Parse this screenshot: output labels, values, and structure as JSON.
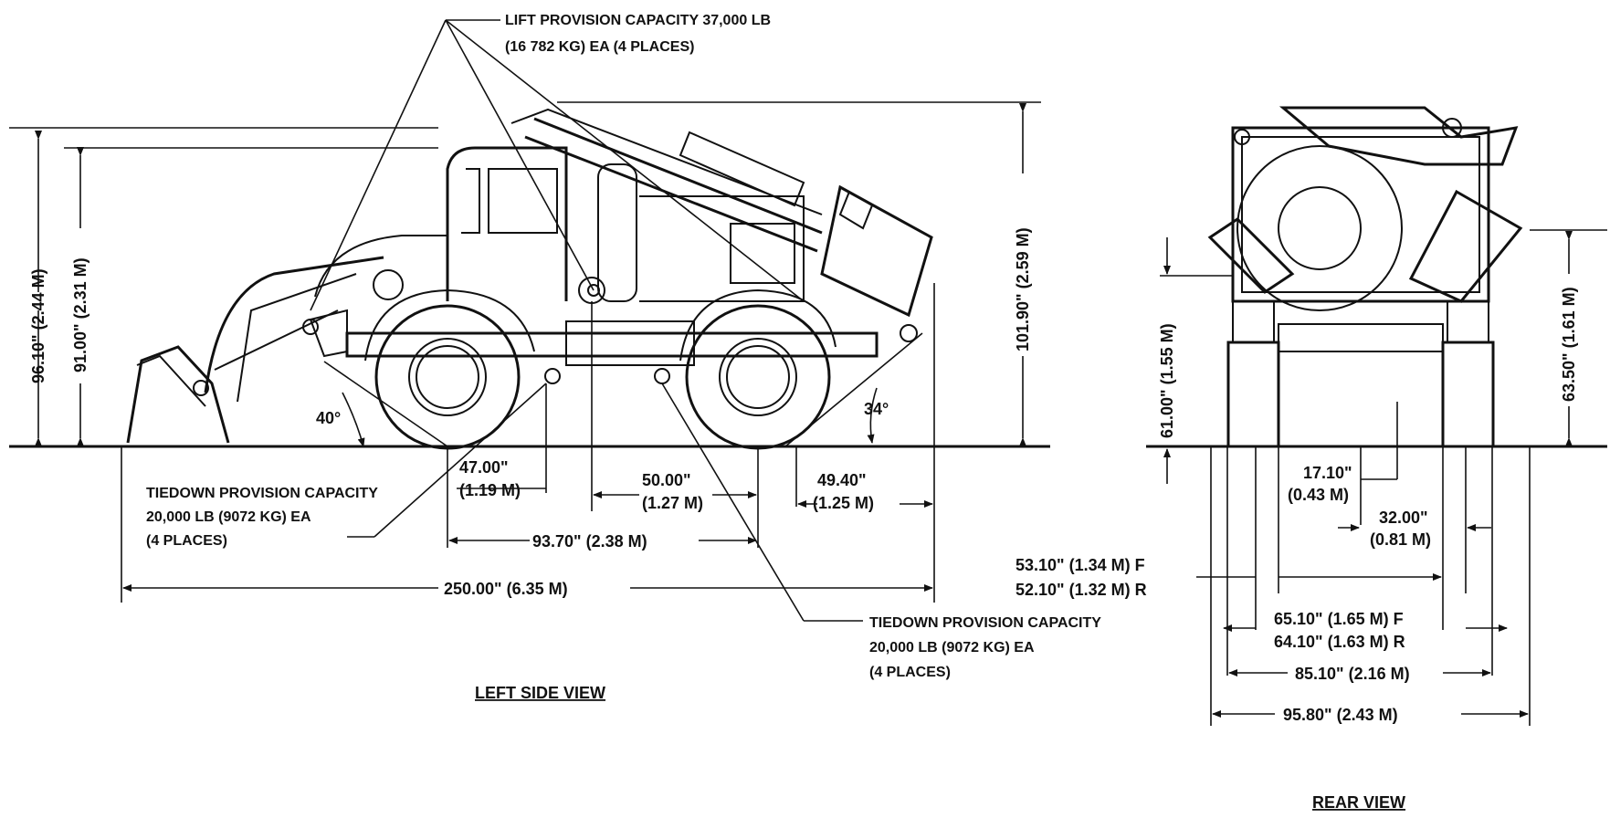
{
  "notes": {
    "lift_line1": "LIFT PROVISION CAPACITY 37,000 LB",
    "lift_line2": "(16 782 KG) EA (4 PLACES)",
    "tiedown_left_1": "TIEDOWN PROVISION CAPACITY",
    "tiedown_left_2": "20,000 LB (9072 KG) EA",
    "tiedown_left_3": "(4 PLACES)",
    "tiedown_right_1": "TIEDOWN PROVISION CAPACITY",
    "tiedown_right_2": "20,000 LB (9072 KG) EA",
    "tiedown_right_3": "(4 PLACES)"
  },
  "side_view": {
    "title": "LEFT SIDE VIEW",
    "dims": {
      "h_96": "96.10\" (2.44 M)",
      "h_91": "91.00\" (2.31 M)",
      "h_101": "101.90\" (2.59 M)",
      "angle_front": "40°",
      "angle_rear": "34°",
      "d47_a": "47.00\"",
      "d47_b": "(1.19 M)",
      "d50_a": "50.00\"",
      "d50_b": "(1.27 M)",
      "d49_a": "49.40\"",
      "d49_b": "(1.25 M)",
      "d93": "93.70\" (2.38 M)",
      "d250": "250.00\" (6.35 M)"
    }
  },
  "rear_view": {
    "title": "REAR VIEW",
    "dims": {
      "h_61": "61.00\" (1.55 M)",
      "h_63": "63.50\" (1.61 M)",
      "d17_a": "17.10\"",
      "d17_b": "(0.43 M)",
      "d32_a": "32.00\"",
      "d32_b": "(0.81 M)",
      "d53": "53.10\" (1.34 M) F",
      "d52": "52.10\" (1.32 M) R",
      "d65": "65.10\" (1.65 M) F",
      "d64": "64.10\" (1.63 M) R",
      "d85": "85.10\" (2.16 M)",
      "d95": "95.80\" (2.43 M)"
    }
  }
}
